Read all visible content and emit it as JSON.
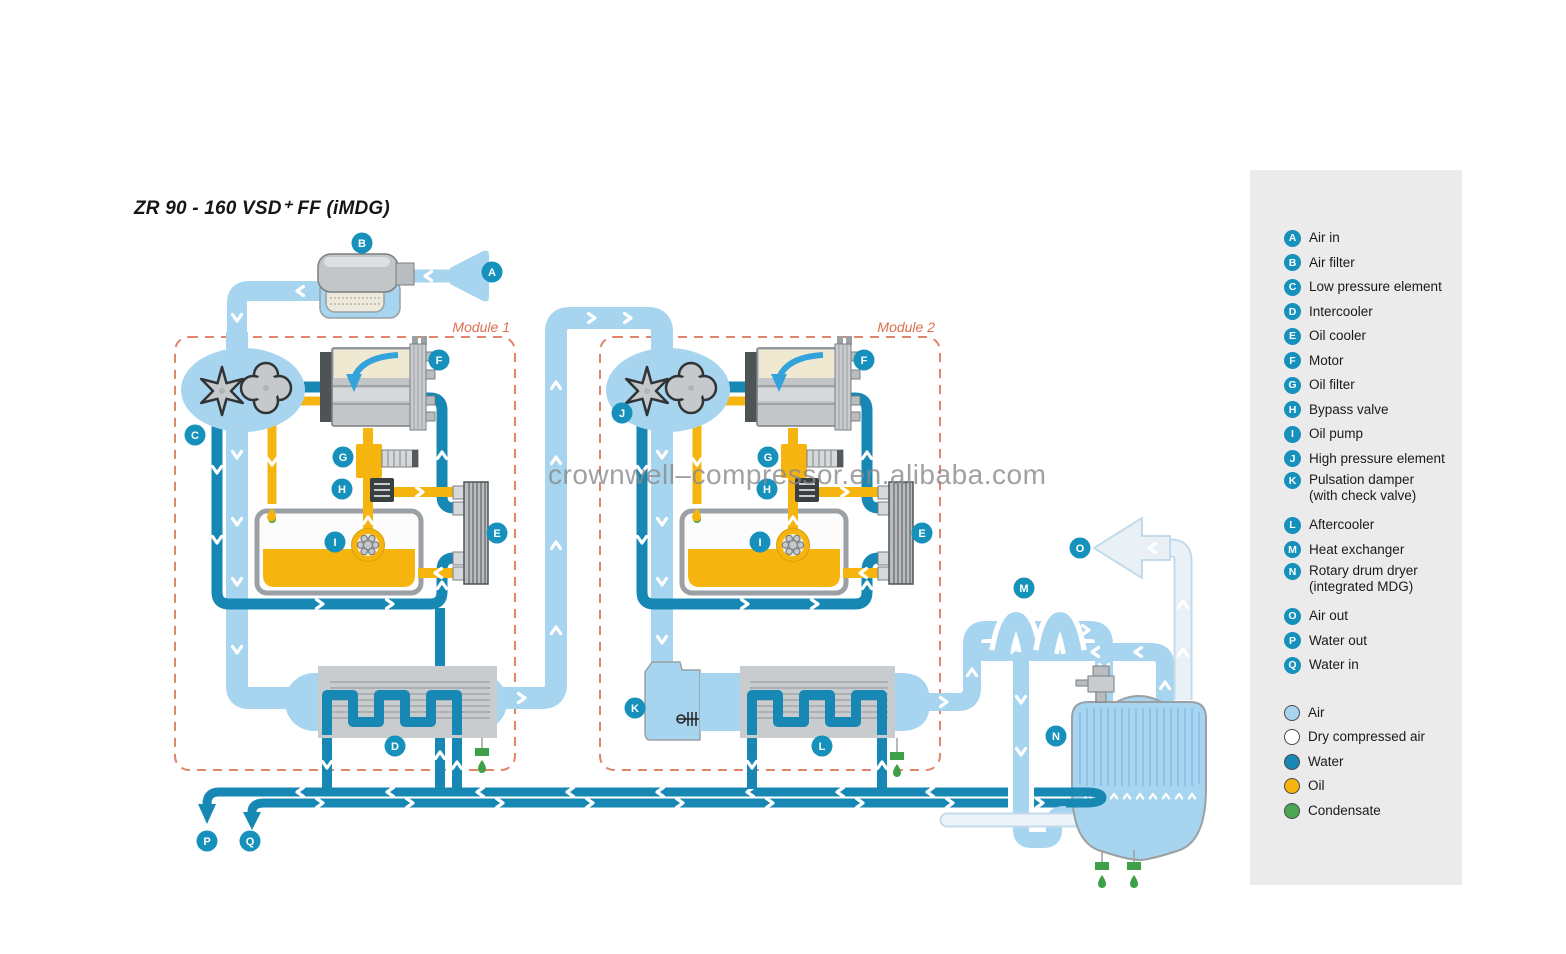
{
  "title": "ZR 90 - 160 VSD⁺ FF (iMDG)",
  "watermark": "crownwell–compressor.en.alibaba.com",
  "module1_label": "Module 1",
  "module2_label": "Module 2",
  "legend": {
    "items": [
      {
        "letter": "A",
        "label": "Air in"
      },
      {
        "letter": "B",
        "label": "Air filter"
      },
      {
        "letter": "C",
        "label": "Low pressure element"
      },
      {
        "letter": "D",
        "label": "Intercooler"
      },
      {
        "letter": "E",
        "label": "Oil cooler"
      },
      {
        "letter": "F",
        "label": "Motor"
      },
      {
        "letter": "G",
        "label": "Oil filter"
      },
      {
        "letter": "H",
        "label": "Bypass valve"
      },
      {
        "letter": "I",
        "label": "Oil pump"
      },
      {
        "letter": "J",
        "label": "High pressure element"
      },
      {
        "letter": "K",
        "label": "Pulsation damper",
        "label2": "(with check valve)"
      },
      {
        "letter": "L",
        "label": "Aftercooler"
      },
      {
        "letter": "M",
        "label": "Heat exchanger"
      },
      {
        "letter": "N",
        "label": "Rotary drum dryer",
        "label2": "(integrated MDG)"
      },
      {
        "letter": "O",
        "label": "Air out"
      },
      {
        "letter": "P",
        "label": "Water out"
      },
      {
        "letter": "Q",
        "label": "Water in"
      }
    ],
    "flows": [
      {
        "label": "Air",
        "color": "#A7D5F0"
      },
      {
        "label": "Dry compressed air",
        "color": "#FFFFFF"
      },
      {
        "label": "Water",
        "color": "#1787B4"
      },
      {
        "label": "Oil",
        "color": "#F6B40E"
      },
      {
        "label": "Condensate",
        "color": "#4BA553"
      }
    ]
  },
  "colors": {
    "badge": "#1591BC",
    "module_border": "#E0846A"
  }
}
